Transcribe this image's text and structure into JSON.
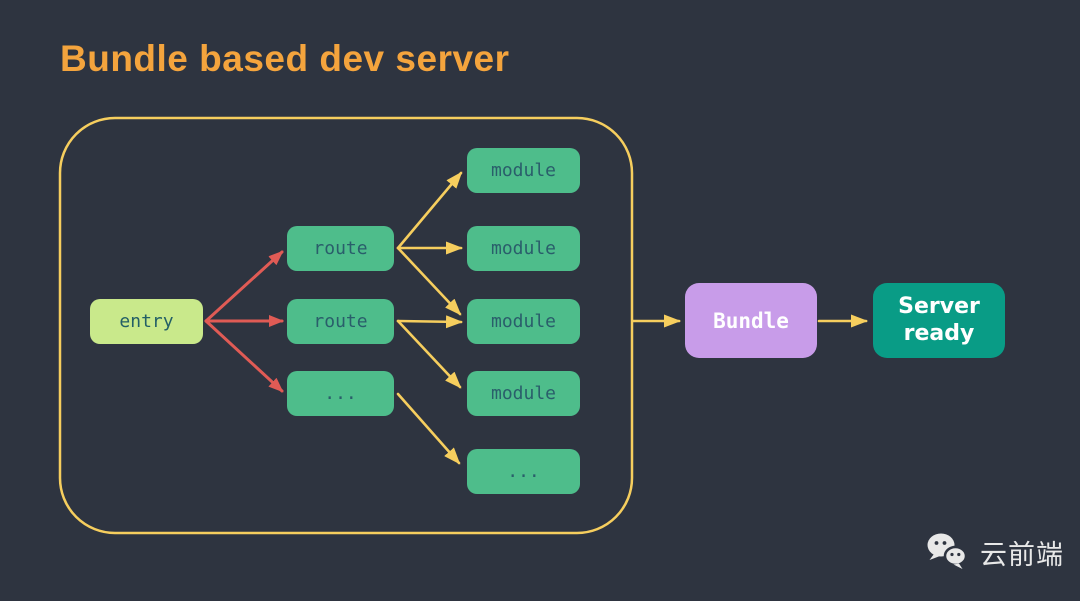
{
  "title": "Bundle based dev server",
  "nodes": {
    "entry": "entry",
    "routes": [
      "route",
      "route",
      "..."
    ],
    "modules": [
      "module",
      "module",
      "module",
      "module",
      "..."
    ],
    "bundle": "Bundle",
    "server": {
      "line1": "Server",
      "line2": "ready"
    }
  },
  "footer": {
    "brand": "云前端",
    "icon": "wechat-icon"
  },
  "colors": {
    "background": "#2e3440",
    "title_orange": "#f4a43d",
    "container_border_yellow": "#f6ce5e",
    "arrow_yellow": "#f6ce5e",
    "arrow_red": "#e05b55",
    "node_green": "#4ebd8b",
    "node_text_dark_teal": "#2a5e6b",
    "entry_bg_light_green": "#c9e98b",
    "bundle_bg_purple": "#c89ce9",
    "server_bg_teal": "#099c86",
    "brand_text": "#e8e8e8"
  }
}
